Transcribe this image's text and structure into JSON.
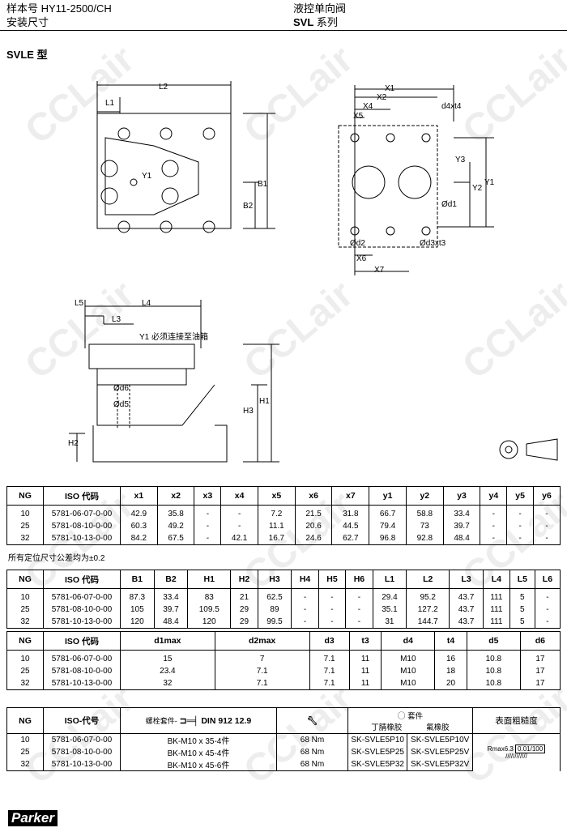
{
  "header": {
    "sample_no": "样本号 HY11-2500/CH",
    "section": "安装尺寸",
    "product": "液控单向阀",
    "series_prefix": "SVL",
    "series_suffix": " 系列"
  },
  "model": "SVLE 型",
  "drawing_labels": {
    "L2": "L2",
    "L1": "L1",
    "Y1": "Y1",
    "B1": "B1",
    "B2": "B2",
    "X1": "X1",
    "X2": "X2",
    "X4": "X4",
    "X5": "X5",
    "d4t4": "d4xt4",
    "Y3": "Y3",
    "Y2": "Y2",
    "Y1r": "Y1",
    "d1": "Ød1",
    "d2": "Ød2",
    "d3t3": "Ød3xt3",
    "X6": "X6",
    "X7": "X7",
    "L5": "L5",
    "L4": "L4",
    "L3": "L3",
    "Y1note": "Y1 必须连接至油箱",
    "d6": "Ød6",
    "d5": "Ød5",
    "H1": "H1",
    "H3": "H3",
    "H2": "H2"
  },
  "table1": {
    "headers": [
      "NG",
      "ISO 代码",
      "x1",
      "x2",
      "x3",
      "x4",
      "x5",
      "x6",
      "x7",
      "y1",
      "y2",
      "y3",
      "y4",
      "y5",
      "y6"
    ],
    "rows": [
      [
        "10",
        "5781-06-07-0-00",
        "42.9",
        "35.8",
        "-",
        "-",
        "7.2",
        "21.5",
        "31.8",
        "66.7",
        "58.8",
        "33.4",
        "-",
        "-",
        "-"
      ],
      [
        "25",
        "5781-08-10-0-00",
        "60.3",
        "49.2",
        "-",
        "-",
        "11.1",
        "20.6",
        "44.5",
        "79.4",
        "73",
        "39.7",
        "-",
        "-",
        "-"
      ],
      [
        "32",
        "5781-10-13-0-00",
        "84.2",
        "67.5",
        "-",
        "42.1",
        "16.7",
        "24.6",
        "62.7",
        "96.8",
        "92.8",
        "48.4",
        "-",
        "-",
        "-"
      ]
    ]
  },
  "tolerance_note": "所有定位尺寸公差均为±0.2",
  "table2": {
    "headers": [
      "NG",
      "ISO 代码",
      "B1",
      "B2",
      "H1",
      "H2",
      "H3",
      "H4",
      "H5",
      "H6",
      "L1",
      "L2",
      "L3",
      "L4",
      "L5",
      "L6"
    ],
    "rows": [
      [
        "10",
        "5781-06-07-0-00",
        "87.3",
        "33.4",
        "83",
        "21",
        "62.5",
        "-",
        "-",
        "-",
        "29.4",
        "95.2",
        "43.7",
        "111",
        "5",
        "-"
      ],
      [
        "25",
        "5781-08-10-0-00",
        "105",
        "39.7",
        "109.5",
        "29",
        "89",
        "-",
        "-",
        "-",
        "35.1",
        "127.2",
        "43.7",
        "111",
        "5",
        "-"
      ],
      [
        "32",
        "5781-10-13-0-00",
        "120",
        "48.4",
        "120",
        "29",
        "99.5",
        "-",
        "-",
        "-",
        "31",
        "144.7",
        "43.7",
        "111",
        "5",
        "-"
      ]
    ]
  },
  "table3": {
    "headers": [
      "NG",
      "ISO 代码",
      "d1max",
      "d2max",
      "d3",
      "t3",
      "d4",
      "t4",
      "d5",
      "d6"
    ],
    "rows": [
      [
        "10",
        "5781-06-07-0-00",
        "15",
        "7",
        "7.1",
        "11",
        "M10",
        "16",
        "10.8",
        "17"
      ],
      [
        "25",
        "5781-08-10-0-00",
        "23.4",
        "7.1",
        "7.1",
        "11",
        "M10",
        "18",
        "10.8",
        "17"
      ],
      [
        "32",
        "5781-10-13-0-00",
        "32",
        "7.1",
        "7.1",
        "11",
        "M10",
        "20",
        "10.8",
        "17"
      ]
    ]
  },
  "table4": {
    "headers": {
      "ng": "NG",
      "iso": "ISO-代号",
      "bolt_kit": "螺栓套件-",
      "din": "DIN 912 12.9",
      "seal_kit": "套件",
      "nbr": "丁腈橡胶",
      "fkm": "氟橡胶",
      "roughness": "表面粗糙度"
    },
    "rows": [
      [
        "10",
        "5781-06-07-0-00",
        "BK-M10 x 35-4件",
        "68 Nm",
        "SK-SVLE5P10",
        "SK-SVLE5P10V"
      ],
      [
        "25",
        "5781-08-10-0-00",
        "BK-M10 x 45-4件",
        "68 Nm",
        "SK-SVLE5P25",
        "SK-SVLE5P25V"
      ],
      [
        "32",
        "5781-10-13-0-00",
        "BK-M10 x 45-6件",
        "68 Nm",
        "SK-SVLE5P32",
        "SK-SVLE5P32V"
      ]
    ],
    "roughness_value": "Rmax6.3",
    "flatness": "0.01/100"
  },
  "watermark": "CCLair",
  "logo": "Parker"
}
